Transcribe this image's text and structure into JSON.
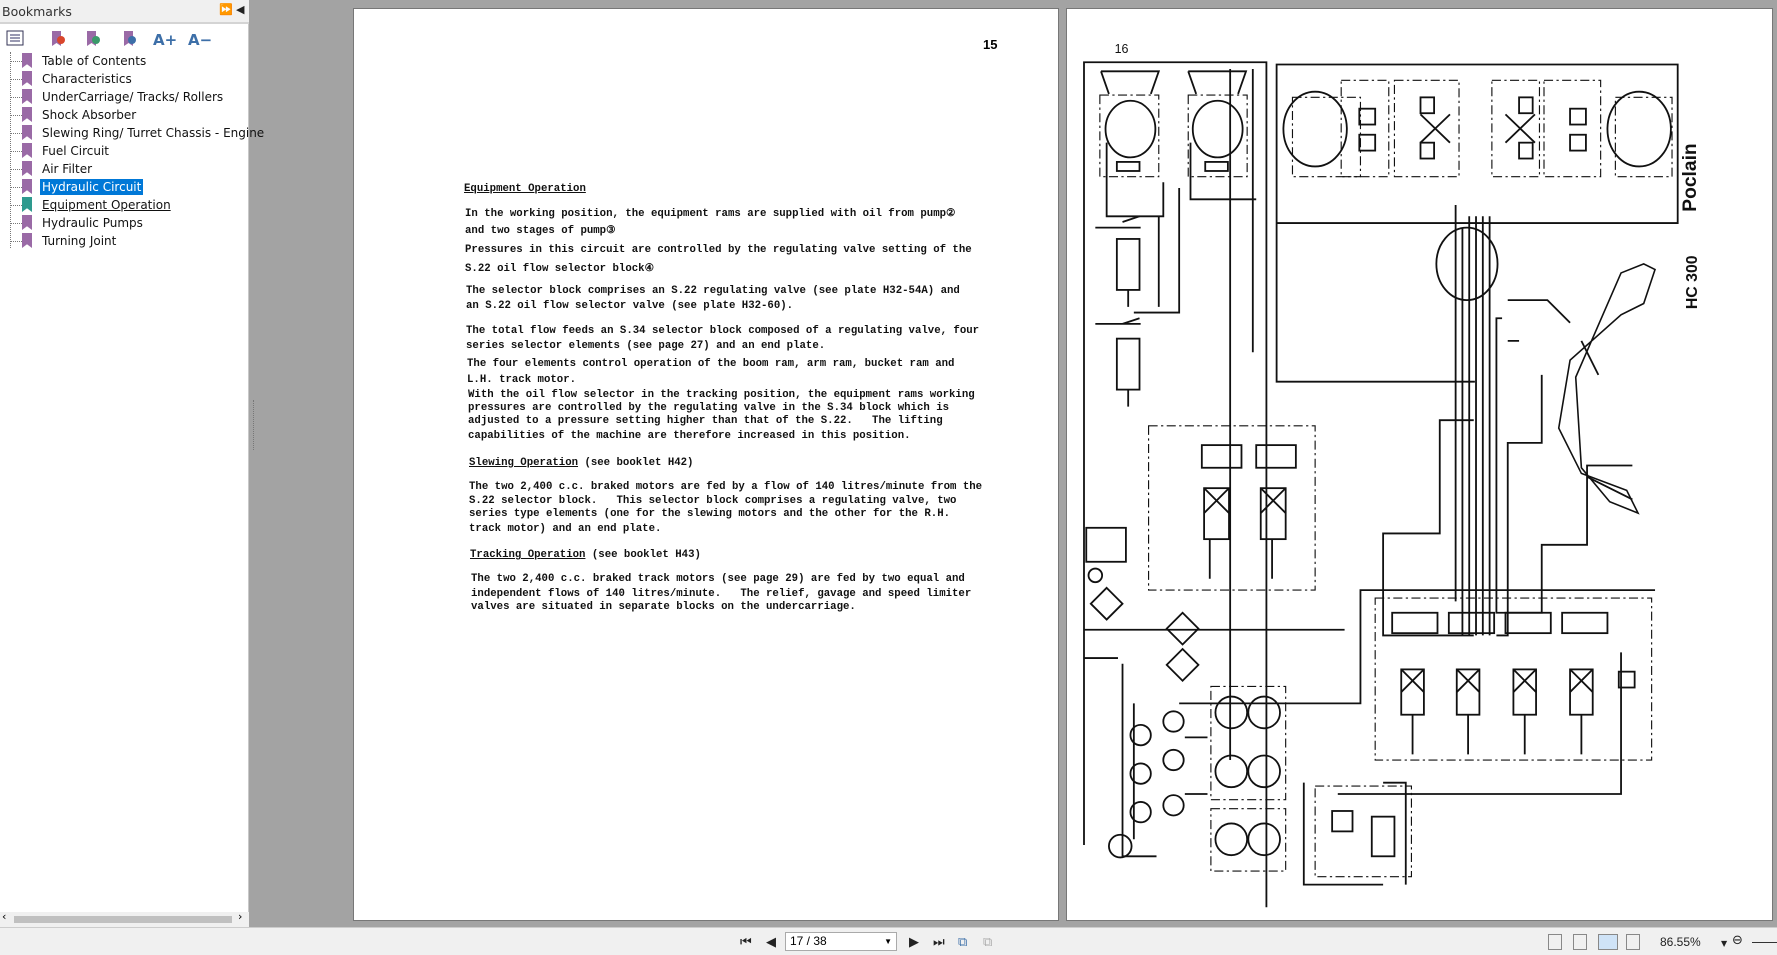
{
  "sidebar": {
    "title": "Bookmarks",
    "bookmarks": [
      {
        "label": "Table of Contents",
        "color": "#9a6aa6"
      },
      {
        "label": "Characteristics",
        "color": "#9a6aa6"
      },
      {
        "label": "UnderCarriage/ Tracks/ Rollers",
        "color": "#9a6aa6"
      },
      {
        "label": "Shock Absorber",
        "color": "#9a6aa6"
      },
      {
        "label": "Slewing Ring/ Turret Chassis - Engine",
        "color": "#9a6aa6"
      },
      {
        "label": "Fuel Circuit",
        "color": "#9a6aa6"
      },
      {
        "label": "Air Filter",
        "color": "#9a6aa6"
      },
      {
        "label": "Hydraulic Circuit",
        "color": "#9a6aa6",
        "selected": true
      },
      {
        "label": "Equipment Operation ",
        "color": "#2e9a8e",
        "underlined": true
      },
      {
        "label": "Hydraulic Pumps",
        "color": "#9a6aa6"
      },
      {
        "label": "Turning Joint",
        "color": "#9a6aa6"
      }
    ],
    "toolbar_icons": [
      "expand-all-icon",
      "delete-bookmark-icon",
      "add-bookmark-icon",
      "goto-bookmark-icon",
      "font-increase-icon",
      "font-decrease-icon"
    ],
    "font_increase": "A+",
    "font_decrease": "A−",
    "selection_color": "#0078d7"
  },
  "page15": {
    "page_number": "15",
    "lines": [
      {
        "text": "Equipment Operation",
        "underline": true
      },
      {
        "text": "In the working position, the equipment rams are supplied with oil from pump②"
      },
      {
        "text": "and two stages of pump③"
      },
      {
        "text": "Pressures in this circuit are controlled by the regulating valve setting of the"
      },
      {
        "text": "S.22 oil flow selector block④"
      },
      {
        "text": "The selector block comprises an S.22 regulating valve (see plate H32-54A) and"
      },
      {
        "text": "an S.22 oil flow selector valve (see plate H32-60)."
      },
      {
        "text": "The total flow feeds an S.34 selector block composed of a regulating valve, four"
      },
      {
        "text": "series selector elements (see page 27) and an end plate."
      },
      {
        "text": "The four elements control operation of the boom ram, arm ram, bucket ram and"
      },
      {
        "text": "L.H. track motor."
      },
      {
        "text": "With the oil flow selector in the tracking position, the equipment rams working"
      },
      {
        "text": "pressures are controlled by the regulating valve in the S.34 block which is"
      },
      {
        "text": "adjusted to a pressure setting higher than that of the S.22.   The lifting"
      },
      {
        "text": "capabilities of the machine are therefore increased in this position."
      },
      {
        "text": "Slewing Operation",
        "underline": true,
        "suffix": " (see booklet H42)"
      },
      {
        "text": "The two 2,400 c.c. braked motors are fed by a flow of 140 litres/minute from the"
      },
      {
        "text": "S.22 selector block.   This selector block comprises a regulating valve, two"
      },
      {
        "text": "series type elements (one for the slewing motors and the other for the R.H."
      },
      {
        "text": "track motor) and an end plate."
      },
      {
        "text": "Tracking Operation",
        "underline": true,
        "suffix": " (see booklet H43)"
      },
      {
        "text": "The two 2,400 c.c. braked track motors (see page 29) are fed by two equal and"
      },
      {
        "text": "independent flows of 140 litres/minute.   The relief, gavage and speed limiter"
      },
      {
        "text": "valves are situated in separate blocks on the undercarriage."
      }
    ]
  },
  "page16": {
    "page_number": "16",
    "brand": "Poclain",
    "model": "HC 300"
  },
  "bottombar": {
    "page_field": "17 / 38",
    "zoom": "86.55%",
    "icons": [
      "first-page-icon",
      "previous-page-icon",
      "next-page-icon",
      "last-page-icon",
      "previous-view-icon",
      "next-view-icon",
      "single-page-icon",
      "continuous-icon",
      "facing-icon",
      "continuous-facing-icon",
      "zoom-out-icon"
    ]
  }
}
